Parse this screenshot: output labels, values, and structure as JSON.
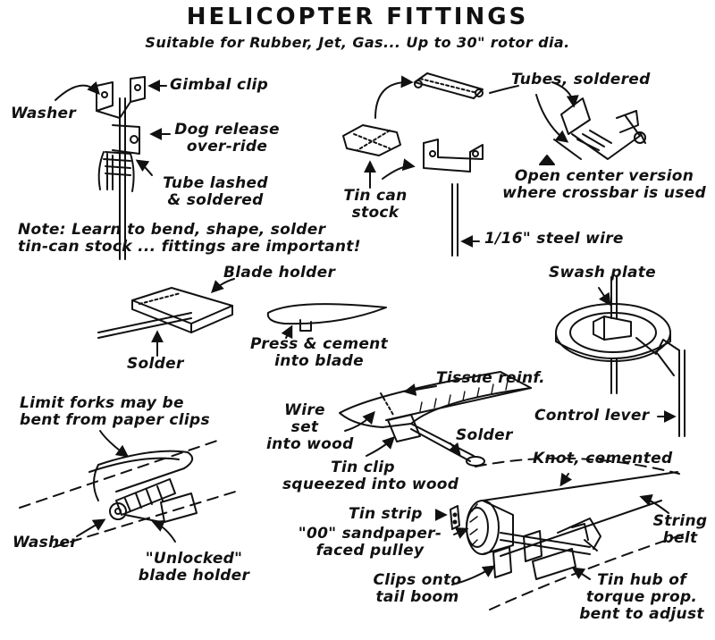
{
  "title": "HELICOPTER FITTINGS",
  "subtitle": "Suitable for Rubber, Jet, Gas... Up to 30\" rotor dia.",
  "labels": {
    "washer_top": "Washer",
    "gimbal_clip": "Gimbal clip",
    "dog_release_1": "Dog release",
    "dog_release_2": "over-ride",
    "tube_lashed_1": "Tube lashed",
    "tube_lashed_2": "& soldered",
    "tubes_soldered": "Tubes, soldered",
    "open_center_1": "Open center version",
    "open_center_2": "where crossbar is used",
    "tin_can_1": "Tin can",
    "tin_can_2": "stock",
    "steel_wire": "1/16\" steel wire",
    "note_1": "Note:  Learn to bend, shape, solder",
    "note_2": "tin-can stock ... fittings are important!",
    "blade_holder": "Blade holder",
    "swash_plate": "Swash plate",
    "solder_left": "Solder",
    "press_cement_1": "Press & cement",
    "press_cement_2": "into blade",
    "tissue_reinf": "Tissue reinf.",
    "wire_set_1": "Wire",
    "wire_set_2": "set",
    "wire_set_3": "into wood",
    "solder_mid": "Solder",
    "tin_clip_1": "Tin clip",
    "tin_clip_2": "squeezed into wood",
    "control_lever": "Control lever",
    "limit_forks_1": "Limit forks may be",
    "limit_forks_2": "bent  from paper clips",
    "washer_bottom": "Washer",
    "unlocked_1": "\"Unlocked\"",
    "unlocked_2": "blade holder",
    "knot_cemented": "Knot, cemented",
    "tin_strip": "Tin strip",
    "sandpaper_1": "\"00\" sandpaper-",
    "sandpaper_2": "faced pulley",
    "string_belt_1": "String",
    "string_belt_2": "belt",
    "clips_onto_1": "Clips onto",
    "clips_onto_2": "tail boom",
    "tin_hub_1": "Tin hub of",
    "tin_hub_2": "torque prop.",
    "tin_hub_3": "bent to adjust"
  }
}
